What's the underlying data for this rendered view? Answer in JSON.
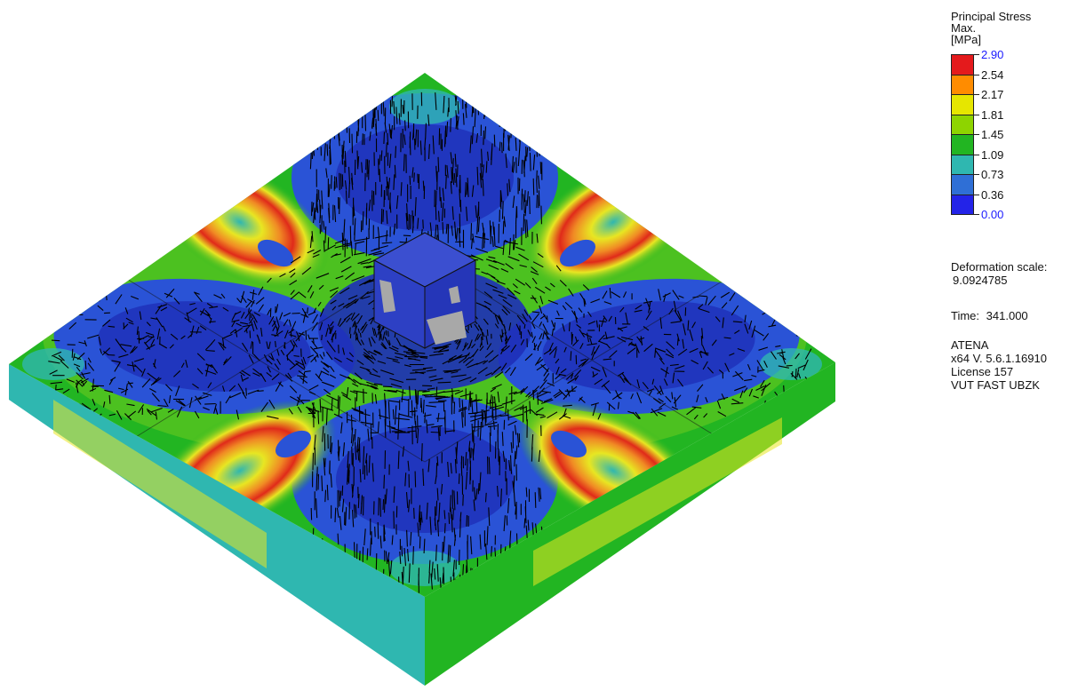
{
  "legend": {
    "title_line1": "Principal Stress",
    "title_line2": "Max.",
    "title_line3": "[MPa]",
    "values": [
      "2.90",
      "2.54",
      "2.17",
      "1.81",
      "1.45",
      "1.09",
      "0.73",
      "0.36",
      "0.00"
    ],
    "endpoint_color": "#1a1aff",
    "colors": [
      "#e41a1c",
      "#ff8c00",
      "#e6e600",
      "#8ed400",
      "#22b522",
      "#2fb7b0",
      "#2f6fd6",
      "#2323e8"
    ]
  },
  "deformation": {
    "label": "Deformation scale:",
    "value": "9.0924785"
  },
  "time": {
    "label": "Time:",
    "value": "341.000"
  },
  "software": {
    "name": "ATENA",
    "version": "x64 V. 5.6.1.16910",
    "license": "License 157",
    "owner": "VUT FAST UBZK"
  },
  "palette": {
    "blue_dark": "#1e2fb8",
    "blue": "#2a53d6",
    "cyan": "#2fb7b0",
    "green": "#22b522",
    "yellow_green": "#9bd61e",
    "yellow": "#e8e622",
    "orange": "#f08a24",
    "red": "#e02a1a",
    "column_top": "#3b4fd0",
    "column_right": "#2536b8",
    "column_left": "#2d40c4",
    "crack": "#000000"
  }
}
